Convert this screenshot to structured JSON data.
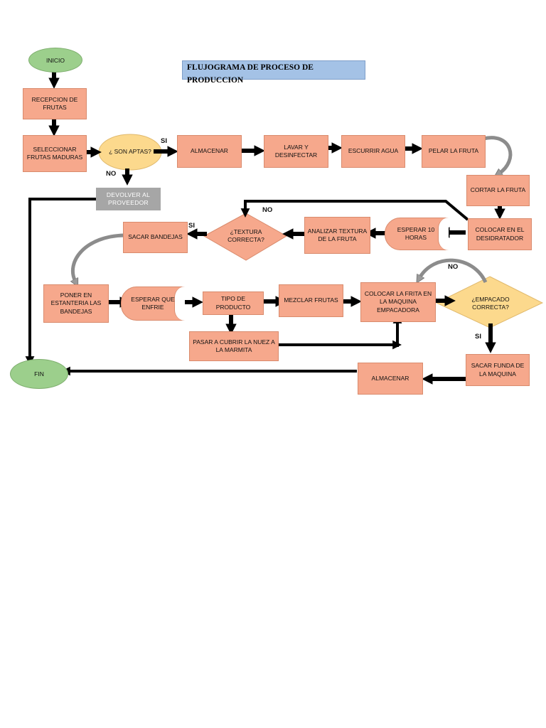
{
  "title": "FLUJOGRAMA DE PROCESO DE PRODUCCION",
  "nodes": {
    "inicio": "INICIO",
    "recepcion": "RECEPCION DE FRUTAS",
    "seleccionar": "SELECCIONAR FRUTAS MADURAS",
    "son_aptas": "¿ SON APTAS?",
    "devolver": "DEVOLVER AL PROVEEDOR",
    "almacenar_1": "ALMACENAR",
    "lavar": "LAVAR Y DESINFECTAR",
    "escurrir": "ESCURRIR AGUA",
    "pelar": "PELAR LA FRUTA",
    "cortar": "CORTAR LA FRUTA",
    "colocar_desidratador": "COLOCAR EN EL DESIDRATADOR",
    "esperar_10": "ESPERAR 10 HORAS",
    "analizar": "ANALIZAR TEXTURA DE LA FRUTA",
    "textura_correcta": "¿TEXTURA CORRECTA?",
    "sacar_bandejas": "SACAR BANDEJAS",
    "poner_estanteria": "PONER EN ESTANTERIA LAS BANDEJAS",
    "esperar_enfrie": "ESPERAR QUE ENFRIE",
    "tipo_producto": "TIPO DE PRODUCTO",
    "mezclar": "MEZCLAR FRUTAS",
    "pasar_marmita": "PASAR A CUBRIR LA NUEZ A LA MARMITA",
    "colocar_empacadora": "COLOCAR LA FRITA EN LA MAQUINA EMPACADORA",
    "empacado_correcta": "¿EMPACADO CORRECTA?",
    "sacar_funda": "SACAR FUNDA DE LA MAQUINA",
    "almacenar_2": "ALMACENAR",
    "fin": "FIN"
  },
  "labels": {
    "aptas_si": "SI",
    "aptas_no": "NO",
    "textura_no": "NO",
    "textura_si": "SI",
    "empacado_no": "NO",
    "empacado_si": "SI"
  },
  "colors": {
    "process": "#f6a88c",
    "terminal": "#9ccf8c",
    "decision_aptas": "#fcd98d",
    "decision_textura": "#f6a88c",
    "decision_empacado": "#fcd98d",
    "reject": "#a6a6a6",
    "title_bg": "#a4c2e6",
    "arrow": "#000000",
    "curved_arrow": "#8c8c8c"
  }
}
